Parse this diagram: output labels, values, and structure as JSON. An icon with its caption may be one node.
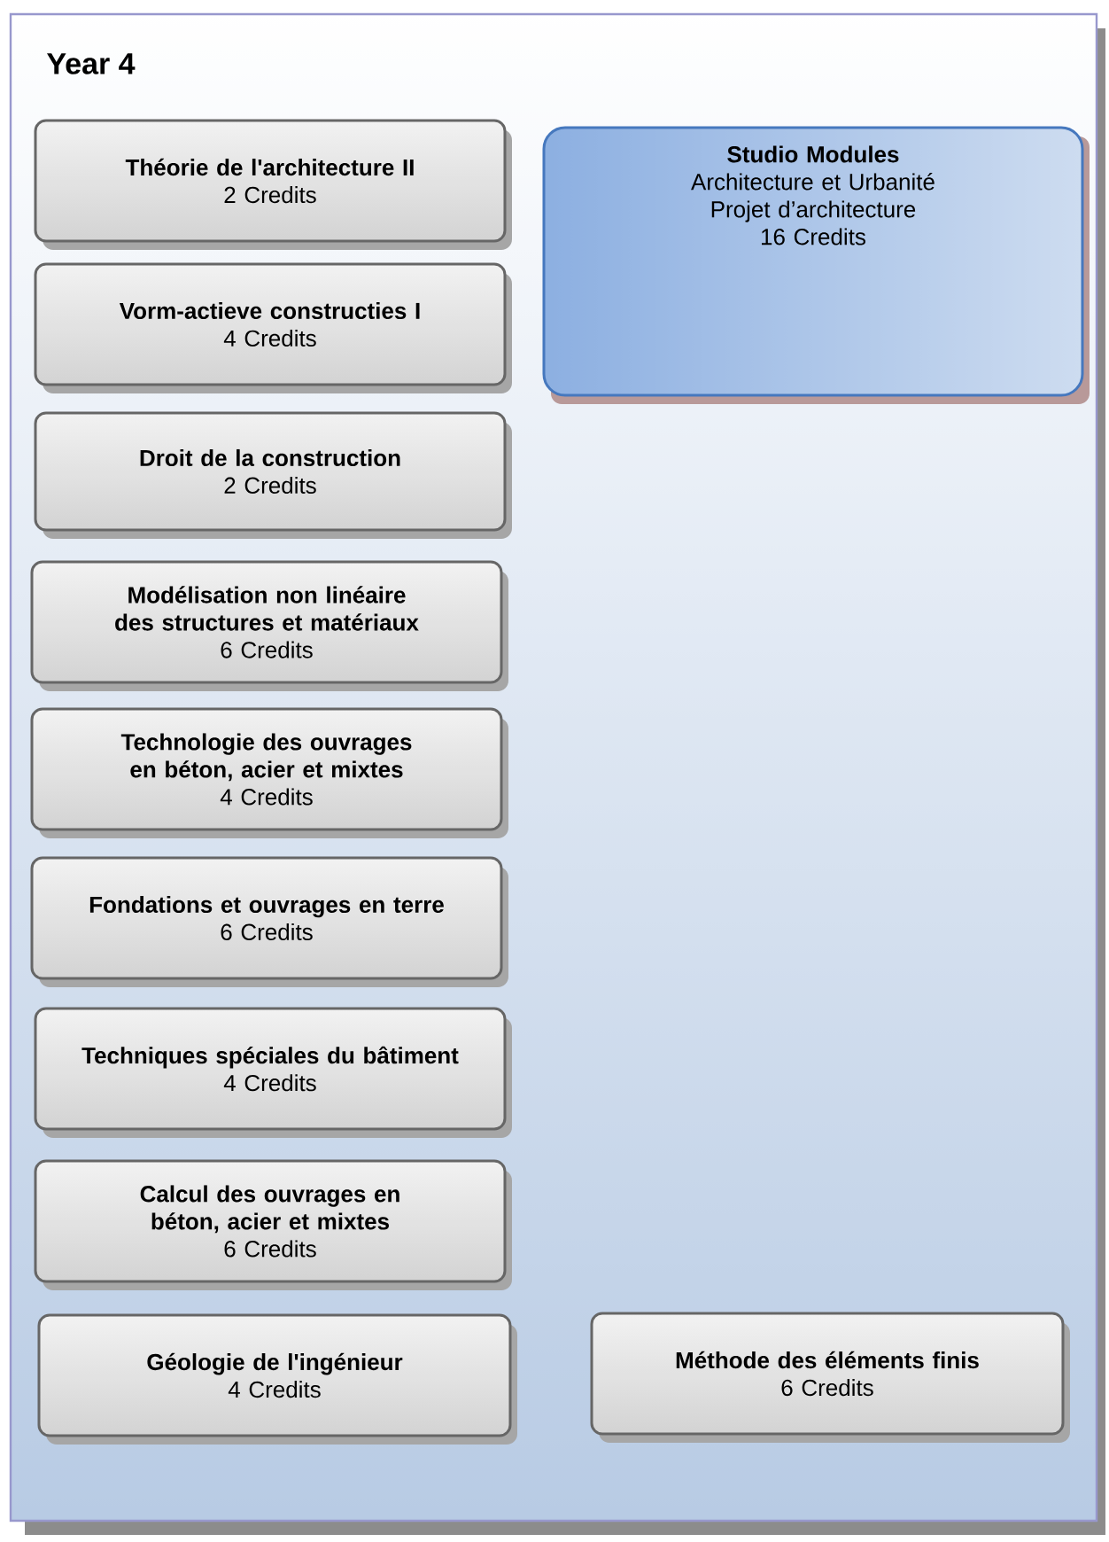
{
  "diagram": {
    "nodes": [
      {
        "text": [
          "Year 4"
        ]
      },
      {
        "text": [
          "Théorie de l'architecture II",
          "2 Credits"
        ],
        "in": 0
      },
      {
        "text": [
          "Studio Modules",
          "Architecture et Urbanité",
          "Projet d’architecture",
          "16 Credits"
        ],
        "in": 0
      },
      {
        "text": [
          "Vorm-actieve constructies I",
          "4 Credits"
        ],
        "in": 0
      },
      {
        "text": [
          "Droit de la construction",
          "2 Credits"
        ],
        "in": 0
      },
      {
        "text": [
          "Modélisation non linéaire des structures et matériaux",
          "6 Credits"
        ],
        "in": 0
      },
      {
        "text": [
          "Technologie des ouvrages en béton, acier et mixtes",
          "4 Credits"
        ],
        "in": 0
      },
      {
        "text": [
          "Fondations et ouvrages en terre",
          "6 Credits"
        ],
        "in": 0
      },
      {
        "text": [
          "Techniques spéciales du bâtiment",
          "4 Credits"
        ],
        "in": 0
      },
      {
        "text": [
          "Calcul des ouvrages en béton, acier et mixtes",
          "6 Credits"
        ],
        "in": 0
      },
      {
        "text": [
          "Géologie de l'ingénieur",
          "4 Credits"
        ],
        "in": 0
      },
      {
        "text": [
          "Méthode des éléments finis",
          "6 Credits"
        ],
        "in": 0
      }
    ]
  }
}
